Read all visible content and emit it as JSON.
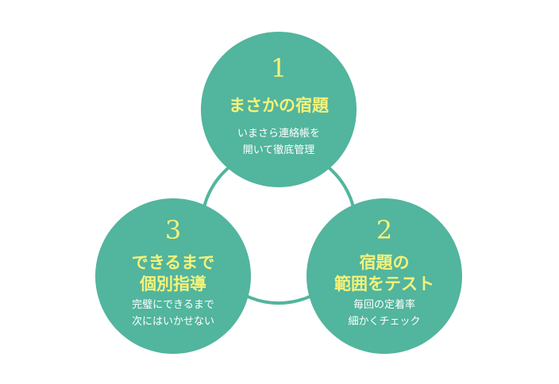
{
  "colors": {
    "node_fill": "#52b59d",
    "ring_stroke": "#52b59d",
    "accent_text": "#f4f27a",
    "body_text": "#ffffff",
    "background": "#ffffff"
  },
  "nodes": [
    {
      "number": "1",
      "title": "まさかの宿題",
      "description": "いまさら連絡帳を\n開いて徹底管理"
    },
    {
      "number": "2",
      "title": "宿題の\n範囲をテスト",
      "description": "毎回の定着率\n細かくチェック"
    },
    {
      "number": "3",
      "title": "できるまで\n個別指導",
      "description": "完璧にできるまで\n次にはいかせない"
    }
  ]
}
